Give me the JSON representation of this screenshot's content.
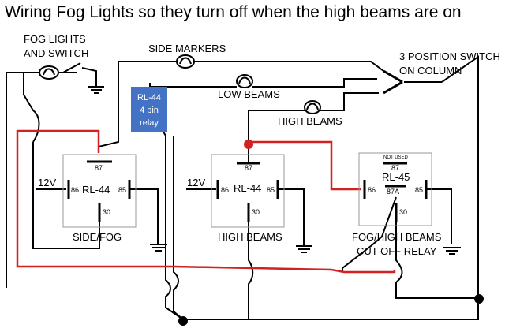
{
  "title": "Wiring Fog Lights so they turn off when the high beams are on",
  "labels": {
    "fog_switch_line1": "FOG LIGHTS",
    "fog_switch_line2": "AND SWITCH",
    "side_markers": "SIDE MARKERS",
    "low_beams": "LOW BEAMS",
    "high_beams_lamp": "HIGH BEAMS",
    "switch_line1": "3 POSITION SWITCH",
    "switch_line2": "ON COLUMN"
  },
  "callout": {
    "line1": "RL-44",
    "line2": "4 pin",
    "line3": "relay",
    "color": "#4472C4"
  },
  "relays": [
    {
      "name": "RL-44",
      "voltage": "12V",
      "pin86": "86",
      "pin85": "85",
      "pin87": "87",
      "pin30": "30",
      "caption1": "SIDE/FOG",
      "caption2": ""
    },
    {
      "name": "RL-44",
      "voltage": "12V",
      "pin86": "86",
      "pin85": "85",
      "pin87": "87",
      "pin30": "30",
      "caption1": "HIGH BEAMS",
      "caption2": ""
    },
    {
      "name": "RL-45",
      "voltage": "",
      "pin86": "86",
      "pin85": "85",
      "pin87": "87",
      "pin87a": "87A",
      "pin30": "30",
      "not_used": "NOT USED",
      "caption1": "FOG/HIGH BEAMS",
      "caption2": "CUT OFF RELAY"
    }
  ],
  "colors": {
    "wire": "#000000",
    "trigger_wire": "#d32020",
    "relay_outline": "#9a9a9a"
  }
}
